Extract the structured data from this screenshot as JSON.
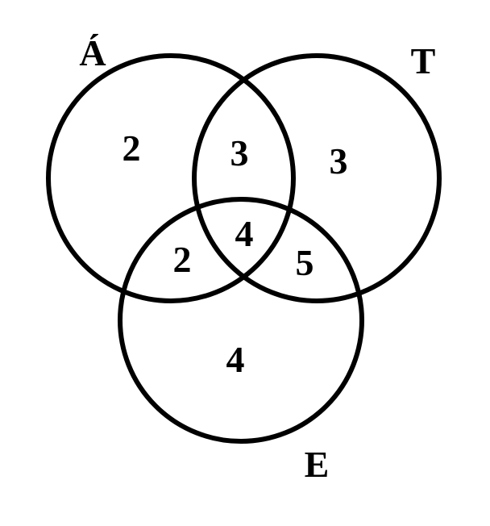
{
  "sets": [
    {
      "name": "Á",
      "color": "#000000"
    },
    {
      "name": "T",
      "color": "#000000"
    },
    {
      "name": "E",
      "color": "#000000"
    }
  ],
  "regions": {
    "only_A": "2",
    "A_and_T": "3",
    "only_T": "3",
    "A_T_E": "4",
    "A_and_E": "2",
    "T_and_E": "5",
    "only_E": "4"
  }
}
